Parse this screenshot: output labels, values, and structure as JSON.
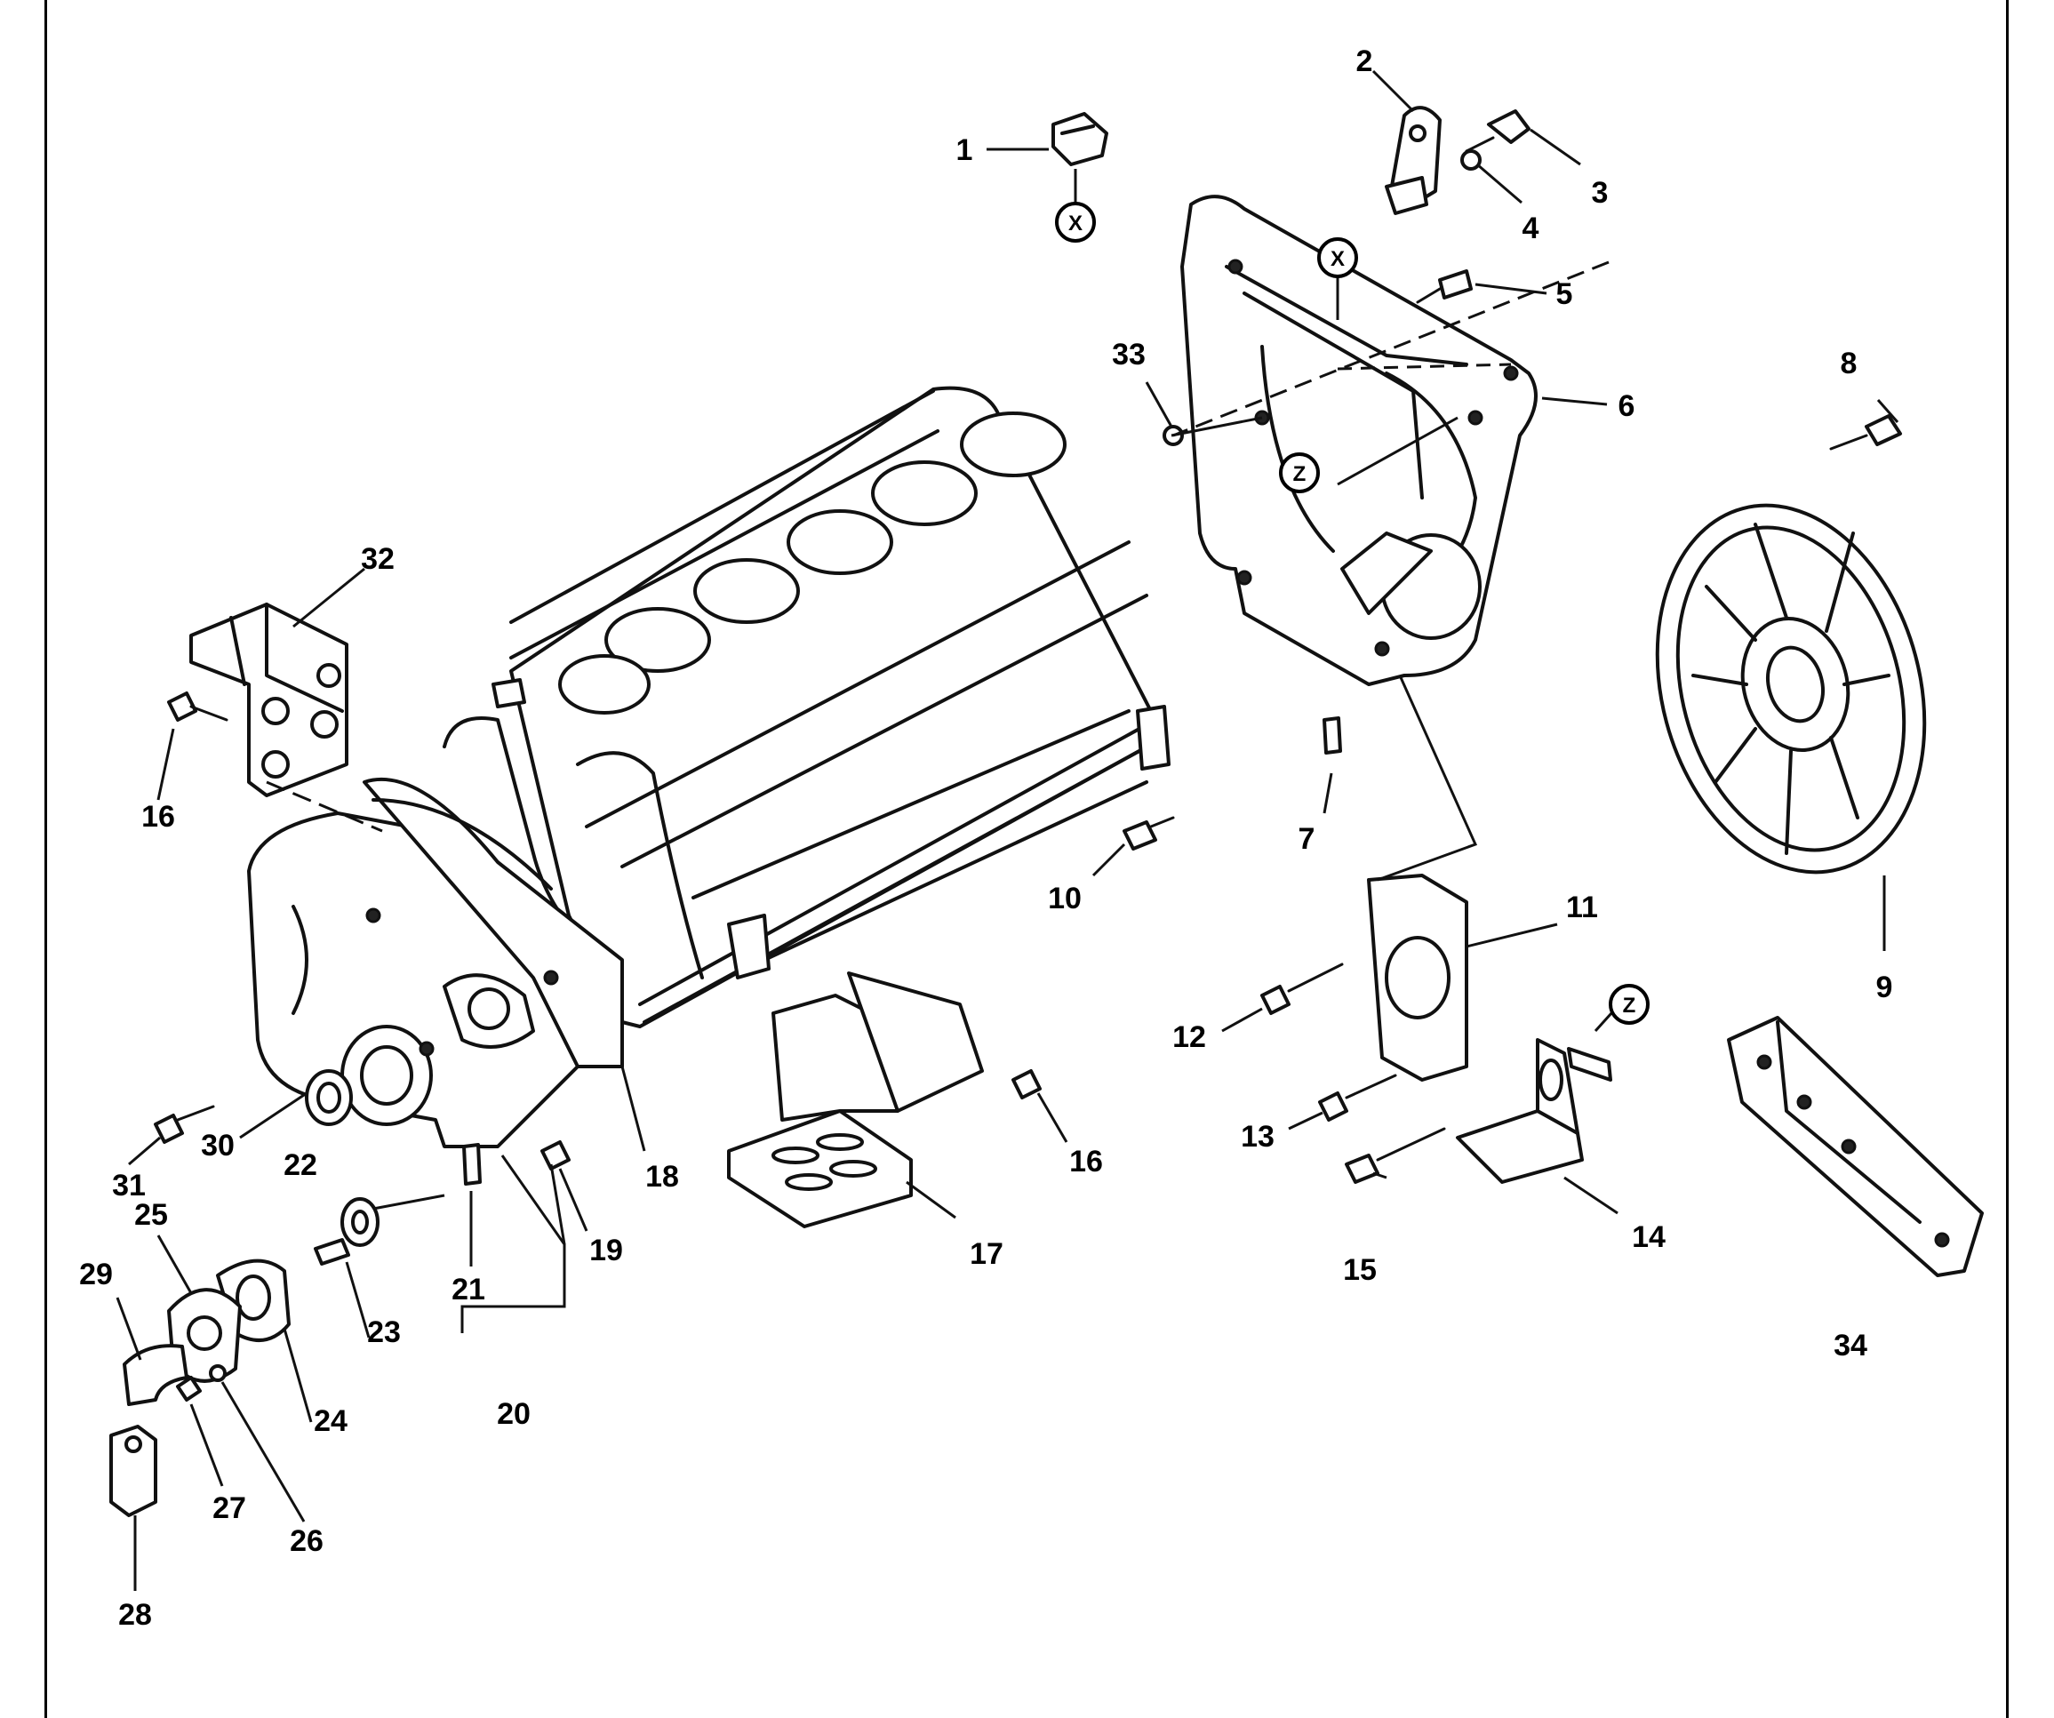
{
  "callouts": [
    {
      "id": "1",
      "label": "1"
    },
    {
      "id": "2",
      "label": "2"
    },
    {
      "id": "3",
      "label": "3"
    },
    {
      "id": "4",
      "label": "4"
    },
    {
      "id": "5",
      "label": "5"
    },
    {
      "id": "6",
      "label": "6"
    },
    {
      "id": "7",
      "label": "7"
    },
    {
      "id": "8",
      "label": "8"
    },
    {
      "id": "9",
      "label": "9"
    },
    {
      "id": "10",
      "label": "10"
    },
    {
      "id": "11",
      "label": "11"
    },
    {
      "id": "12",
      "label": "12"
    },
    {
      "id": "13",
      "label": "13"
    },
    {
      "id": "14",
      "label": "14"
    },
    {
      "id": "15",
      "label": "15"
    },
    {
      "id": "16a",
      "label": "16"
    },
    {
      "id": "16b",
      "label": "16"
    },
    {
      "id": "17",
      "label": "17"
    },
    {
      "id": "18",
      "label": "18"
    },
    {
      "id": "19",
      "label": "19"
    },
    {
      "id": "20",
      "label": "20"
    },
    {
      "id": "21",
      "label": "21"
    },
    {
      "id": "22",
      "label": "22"
    },
    {
      "id": "23",
      "label": "23"
    },
    {
      "id": "24",
      "label": "24"
    },
    {
      "id": "25",
      "label": "25"
    },
    {
      "id": "26",
      "label": "26"
    },
    {
      "id": "27",
      "label": "27"
    },
    {
      "id": "28",
      "label": "28"
    },
    {
      "id": "29",
      "label": "29"
    },
    {
      "id": "30",
      "label": "30"
    },
    {
      "id": "31",
      "label": "31"
    },
    {
      "id": "32",
      "label": "32"
    },
    {
      "id": "33",
      "label": "33"
    },
    {
      "id": "34",
      "label": "34"
    }
  ],
  "reference_markers": [
    {
      "id": "x1",
      "label": "X"
    },
    {
      "id": "x2",
      "label": "X"
    },
    {
      "id": "z1",
      "label": "Z"
    },
    {
      "id": "z2",
      "label": "Z"
    }
  ]
}
